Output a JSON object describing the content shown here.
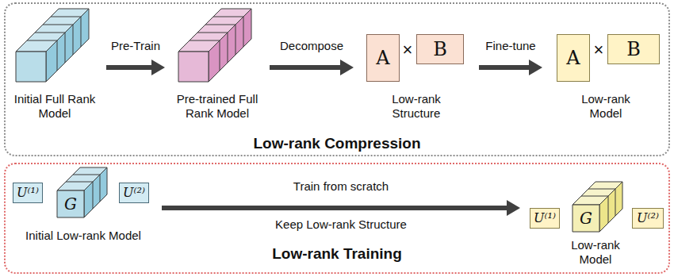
{
  "diagram": {
    "nodes": [
      {
        "text": [
          "Low-rank Compression"
        ]
      },
      {
        "text": [
          "Initial Full Rank Model"
        ],
        "in": 0
      },
      {
        "text": [
          "Pre-trained Full Rank Model"
        ],
        "in": 0
      },
      {
        "text": [
          "Low-rank Structure"
        ],
        "in": 0
      },
      {
        "text": [
          "A"
        ],
        "in": 3
      },
      {
        "text": [
          "B"
        ],
        "in": 3
      },
      {
        "text": [
          "Low-rank Model"
        ],
        "in": 0
      },
      {
        "text": [
          "A"
        ],
        "in": 6
      },
      {
        "text": [
          "B"
        ],
        "in": 6
      },
      {
        "text": [
          "Low-rank Training"
        ]
      },
      {
        "text": [
          "Initial Low-rank Model"
        ],
        "in": 9
      },
      {
        "text": [
          "U⁽¹⁾"
        ],
        "in": 10
      },
      {
        "text": [
          "G"
        ],
        "in": 10
      },
      {
        "text": [
          "U⁽²⁾"
        ],
        "in": 10
      },
      {
        "text": [
          "Low-rank Model"
        ],
        "in": 9
      },
      {
        "text": [
          "U⁽¹⁾"
        ],
        "in": 14
      },
      {
        "text": [
          "G"
        ],
        "in": 14
      },
      {
        "text": [
          "U⁽²⁾"
        ],
        "in": 14
      }
    ],
    "edges": [
      {
        "from": 1,
        "to": 2,
        "label": "Pre-Train",
        "arrow": "to"
      },
      {
        "from": 2,
        "to": 3,
        "label": "Decompose",
        "arrow": "to"
      },
      {
        "from": 3,
        "to": 6,
        "label": "Fine-tune",
        "arrow": "to"
      },
      {
        "from": 10,
        "to": 14,
        "label": "Train from scratch",
        "arrow": "to"
      }
    ],
    "labels": [
      "×",
      "×",
      "Keep Low-rank Structure"
    ]
  }
}
